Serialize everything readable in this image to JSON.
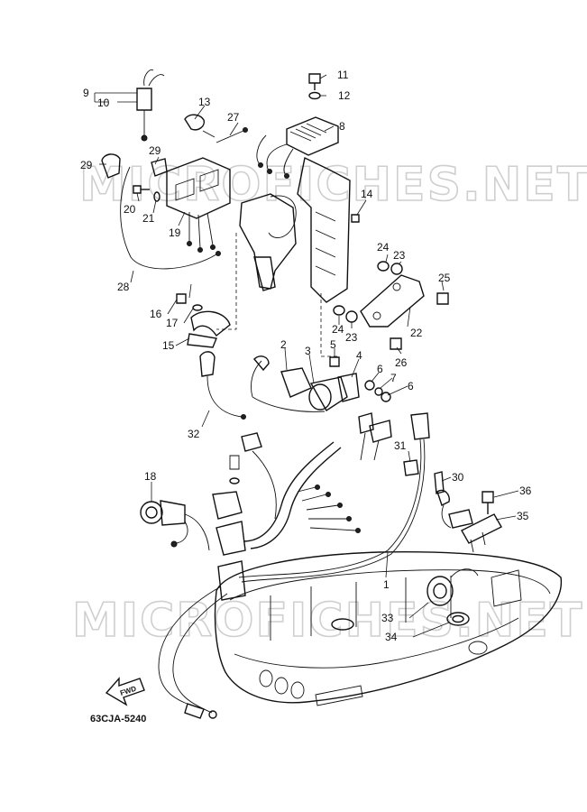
{
  "watermark": {
    "top": "MICROFICHES.NET",
    "bottom": "MICROFICHES.NET"
  },
  "diagram_code": "63CJA-5240",
  "fwd_label": "FWD",
  "callouts": [
    {
      "id": "1",
      "text": "1"
    },
    {
      "id": "2",
      "text": "2"
    },
    {
      "id": "3",
      "text": "3"
    },
    {
      "id": "4",
      "text": "4"
    },
    {
      "id": "5",
      "text": "5"
    },
    {
      "id": "6a",
      "text": "6"
    },
    {
      "id": "6b",
      "text": "6"
    },
    {
      "id": "7",
      "text": "7"
    },
    {
      "id": "8",
      "text": "8"
    },
    {
      "id": "9",
      "text": "9"
    },
    {
      "id": "10",
      "text": "10"
    },
    {
      "id": "11",
      "text": "11"
    },
    {
      "id": "12",
      "text": "12"
    },
    {
      "id": "13",
      "text": "13"
    },
    {
      "id": "14",
      "text": "14"
    },
    {
      "id": "15",
      "text": "15"
    },
    {
      "id": "16",
      "text": "16"
    },
    {
      "id": "17",
      "text": "17"
    },
    {
      "id": "18",
      "text": "18"
    },
    {
      "id": "19",
      "text": "19"
    },
    {
      "id": "20",
      "text": "20"
    },
    {
      "id": "21",
      "text": "21"
    },
    {
      "id": "22",
      "text": "22"
    },
    {
      "id": "23a",
      "text": "23"
    },
    {
      "id": "23b",
      "text": "23"
    },
    {
      "id": "24a",
      "text": "24"
    },
    {
      "id": "24b",
      "text": "24"
    },
    {
      "id": "25",
      "text": "25"
    },
    {
      "id": "26",
      "text": "26"
    },
    {
      "id": "27",
      "text": "27"
    },
    {
      "id": "28",
      "text": "28"
    },
    {
      "id": "29a",
      "text": "29"
    },
    {
      "id": "29b",
      "text": "29"
    },
    {
      "id": "30",
      "text": "30"
    },
    {
      "id": "31",
      "text": "31"
    },
    {
      "id": "32",
      "text": "32"
    },
    {
      "id": "33",
      "text": "33"
    },
    {
      "id": "34",
      "text": "34"
    },
    {
      "id": "35",
      "text": "35"
    },
    {
      "id": "36",
      "text": "36"
    }
  ]
}
